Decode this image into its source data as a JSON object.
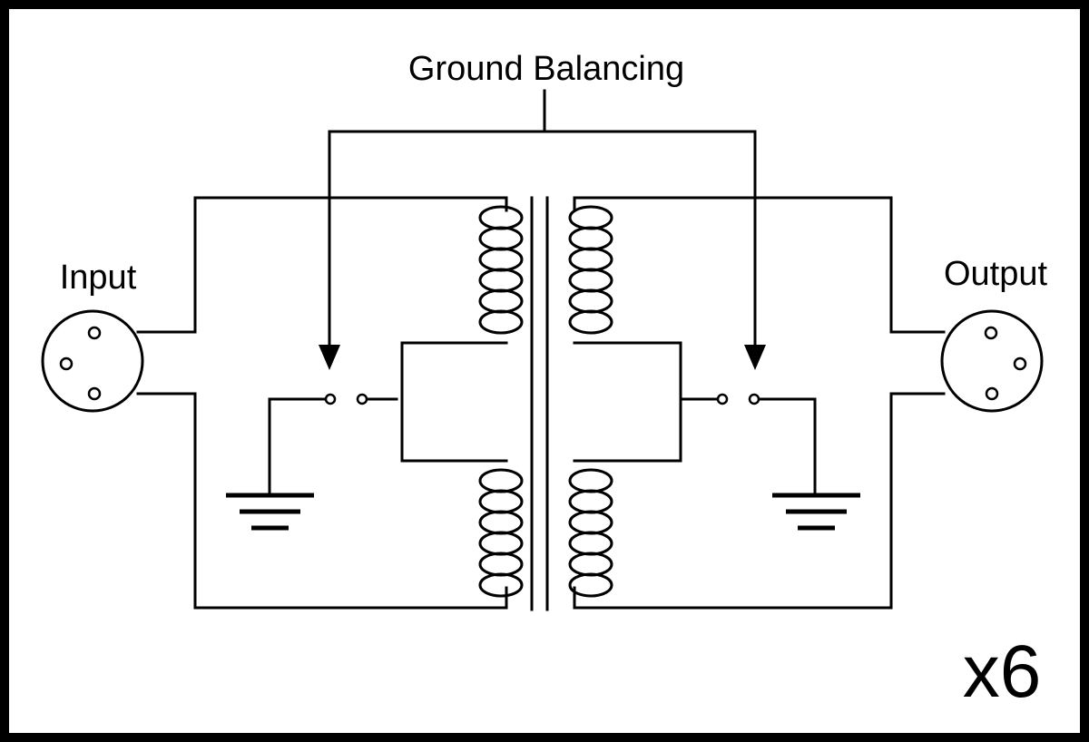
{
  "labels": {
    "title": "Ground Balancing",
    "input": "Input",
    "output": "Output",
    "multiplier": "x6"
  },
  "components": {
    "connector": "xlr-connector-icon",
    "transformer": "transformer-icon",
    "ground": "ground-icon",
    "switch": "switch-icon",
    "arrow": "arrow-down-icon"
  },
  "colors": {
    "ink": "#000000",
    "background": "#ffffff"
  }
}
